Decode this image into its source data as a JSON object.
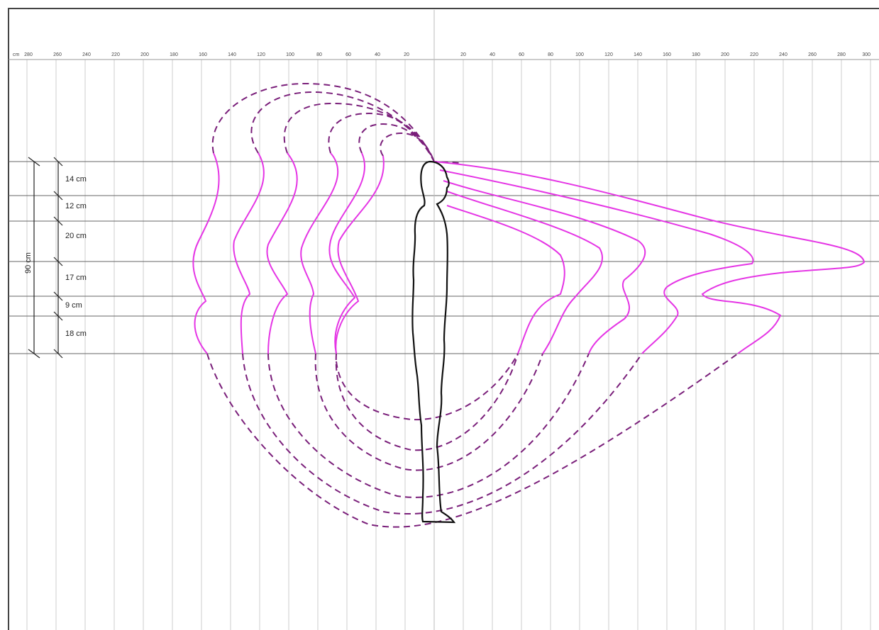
{
  "axis": {
    "unit_label": "cm",
    "left_ticks": [
      "280",
      "260",
      "240",
      "220",
      "200",
      "180",
      "160",
      "140",
      "120",
      "100",
      "80",
      "60",
      "40",
      "20"
    ],
    "right_ticks": [
      "20",
      "40",
      "60",
      "80",
      "100",
      "120",
      "140",
      "160",
      "180",
      "200",
      "220",
      "240",
      "260",
      "280",
      "300"
    ]
  },
  "dimensions": {
    "total": "90 cm",
    "segments": [
      "14 cm",
      "12 cm",
      "20 cm",
      "17 cm",
      "9 cm",
      "18 cm"
    ]
  },
  "colors": {
    "contour": "#e535e5",
    "contour_dashed": "#7a1f7a",
    "figure": "#111111",
    "grid": "#cccccc",
    "horizontal_lines": "#666666"
  },
  "icons": [
    "human-figure-silhouette"
  ]
}
